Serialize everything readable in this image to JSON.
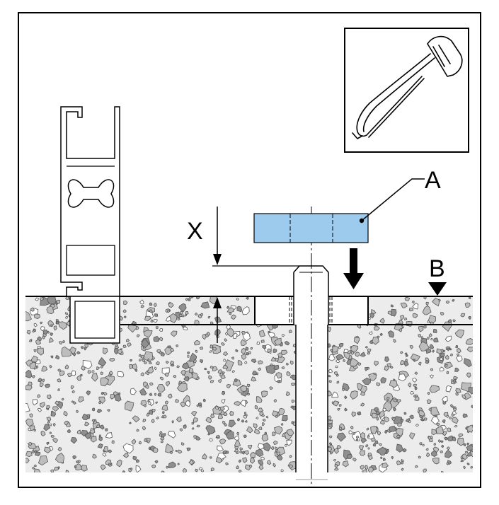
{
  "labels": {
    "a": "A",
    "b": "B",
    "x": "X"
  },
  "colors": {
    "part_fill": "#9ccbee",
    "concrete_fill": "#ececec",
    "stone_fill": "#bdbdbd",
    "stone_stroke": "#555555",
    "line": "#000000"
  },
  "icons": {
    "tool": "hacksaw-icon"
  }
}
